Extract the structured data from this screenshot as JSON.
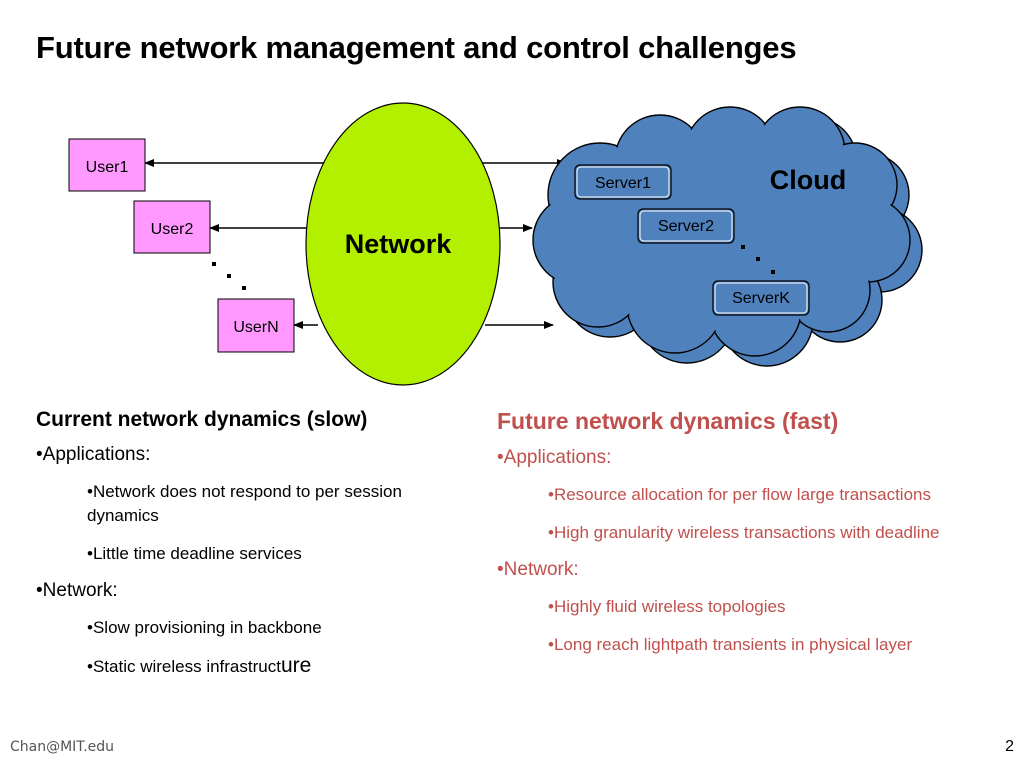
{
  "title": "Future network management and control challenges",
  "diagram": {
    "users": [
      "User1",
      "User2",
      "UserN"
    ],
    "network_label": "Network",
    "cloud_label": "Cloud",
    "servers": [
      "Server1",
      "Server2",
      "ServerK"
    ],
    "colors": {
      "user_box": "#ff99ff",
      "network": "#b3f000",
      "cloud": "#4f81bd",
      "server_box": "#4f81bd"
    }
  },
  "left_column": {
    "heading": "Current network dynamics (slow)",
    "applications_label": "Applications:",
    "applications_items": [
      "Network does not respond to per session dynamics",
      "Little time deadline services"
    ],
    "network_label": "Network:",
    "network_items": [
      "Slow provisioning in backbone",
      "Static wireless infrastruct",
      "ure"
    ]
  },
  "right_column": {
    "heading": "Future network dynamics (fast)",
    "applications_label": "Applications:",
    "applications_items": [
      "Resource allocation for per flow large transactions",
      "High granularity wireless transactions with deadline"
    ],
    "network_label": "Network:",
    "network_items": [
      "Highly fluid wireless topologies",
      "Long reach lightpath transients in physical layer"
    ],
    "color": "#c0504d"
  },
  "footer": {
    "email": "Chan@MIT.edu",
    "page_number": "2"
  }
}
